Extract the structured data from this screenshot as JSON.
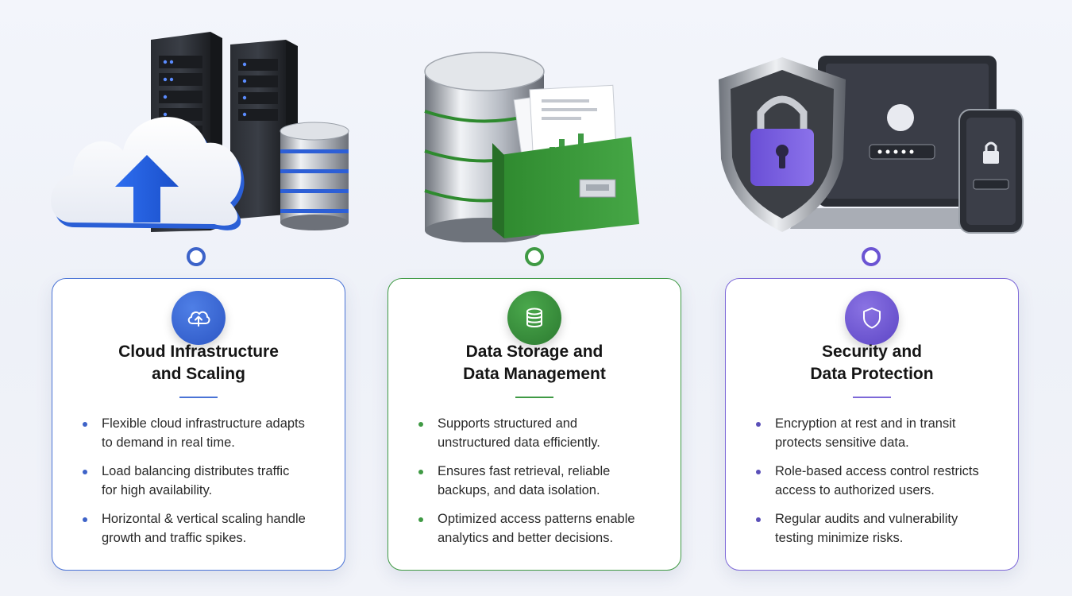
{
  "sections": [
    {
      "id": "cloud",
      "icon": "cloud-upload-icon",
      "accent": "#3a63cf",
      "title_lines": [
        "Cloud Infrastructure",
        "and Scaling"
      ],
      "bullets": [
        [
          "Flexible cloud infrastructure adapts",
          "to demand in real time."
        ],
        [
          "Load balancing distributes traffic",
          "for high availability."
        ],
        [
          "Horizontal & vertical scaling handle",
          "growth and traffic spikes."
        ]
      ]
    },
    {
      "id": "storage",
      "icon": "database-icon",
      "accent": "#3f9a44",
      "title_lines": [
        "Data Storage and",
        "Data Management"
      ],
      "bullets": [
        [
          "Supports structured and",
          "unstructured data efficiently."
        ],
        [
          "Ensures fast retrieval, reliable",
          "backups, and data isolation."
        ],
        [
          "Optimized access patterns enable",
          "analytics and better decisions."
        ]
      ]
    },
    {
      "id": "security",
      "icon": "shield-icon",
      "accent": "#6b54d3",
      "title_lines": [
        "Security and",
        "Data Protection"
      ],
      "bullets": [
        [
          "Encryption at rest and in transit",
          "protects sensitive data."
        ],
        [
          "Role-based access control restricts",
          "access to authorized users."
        ],
        [
          "Regular audits and vulnerability",
          "testing minimize risks."
        ]
      ]
    }
  ]
}
